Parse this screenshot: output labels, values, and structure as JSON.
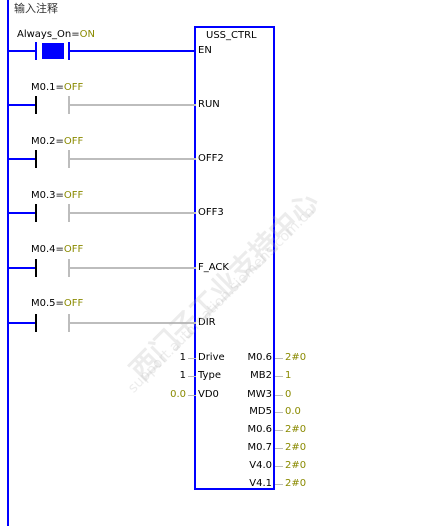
{
  "header": {
    "comment": "输入注释"
  },
  "function_block": {
    "name": "USS_CTRL"
  },
  "rungs": [
    {
      "address": "Always_On",
      "state": "ON",
      "pin": "EN"
    },
    {
      "address": "M0.1",
      "state": "OFF",
      "pin": "RUN"
    },
    {
      "address": "M0.2",
      "state": "OFF",
      "pin": "OFF2"
    },
    {
      "address": "M0.3",
      "state": "OFF",
      "pin": "OFF3"
    },
    {
      "address": "M0.4",
      "state": "OFF",
      "pin": "F_ACK"
    },
    {
      "address": "M0.5",
      "state": "OFF",
      "pin": "DIR"
    }
  ],
  "inputs": [
    {
      "value": "1",
      "pin": "Drive"
    },
    {
      "value": "1",
      "pin": "Type"
    },
    {
      "value": "0.0",
      "pin": "VD0"
    }
  ],
  "outputs": [
    {
      "pin": "M0.6",
      "value": "2#0"
    },
    {
      "pin": "MB2",
      "value": "1"
    },
    {
      "pin": "MW3",
      "value": "0"
    },
    {
      "pin": "MD5",
      "value": "0.0"
    },
    {
      "pin": "M0.6",
      "value": "2#0"
    },
    {
      "pin": "M0.7",
      "value": "2#0"
    },
    {
      "pin": "V4.0",
      "value": "2#0"
    },
    {
      "pin": "V4.1",
      "value": "2#0"
    }
  ],
  "watermark": {
    "text1": "西门子工业支持中心",
    "text2": "support.automation.siemens.com.cn"
  },
  "colors": {
    "rail": "#0000ff",
    "off_text": "#8a8a00",
    "inactive_wire": "#bdbdbd"
  }
}
